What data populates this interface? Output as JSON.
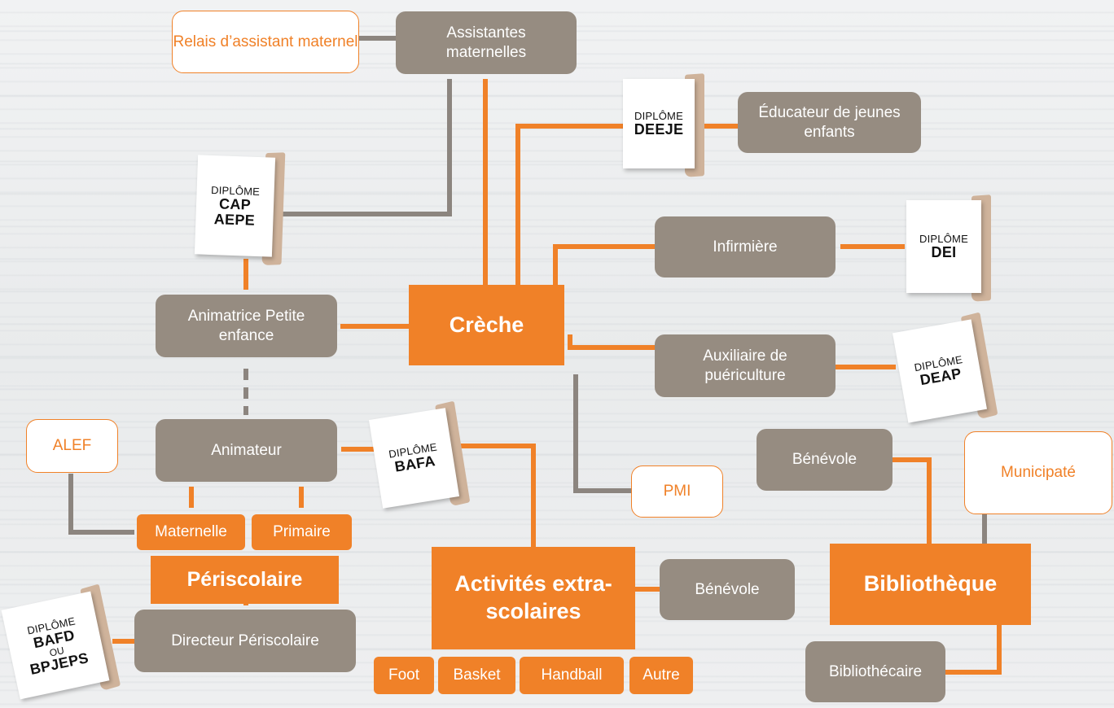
{
  "colors": {
    "orange": "#f08128",
    "grey": "#968c81",
    "line_grey": "#8c857f",
    "paper": "#ffffff",
    "paper_back": "#cfb39b"
  },
  "nodes": {
    "relais": "Relais d’assistant maternel",
    "assistantes": "Assistantes maternelles",
    "educateur": "Éducateur de jeunes enfants",
    "infirmiere": "Infirmière",
    "auxiliaire": "Auxiliaire de puériculture",
    "creche": "Crèche",
    "animatrice": "Animatrice Petite enfance",
    "animateur": "Animateur",
    "alef": "ALEF",
    "pmi": "PMI",
    "benevole_biblio": "Bénévole",
    "municipate": "Municipaté",
    "maternelle": "Maternelle",
    "primaire": "Primaire",
    "periscolaire": "Périscolaire",
    "activites": "Activités extra-scolaires",
    "benevole_activites": "Bénévole",
    "bibliotheque": "Bibliothèque",
    "directeur": "Directeur Périscolaire",
    "bibliothecaire": "Bibliothécaire",
    "foot": "Foot",
    "basket": "Basket",
    "handball": "Handball",
    "autre": "Autre"
  },
  "diplomas": {
    "label": "DIPLÔME",
    "ou": "OU",
    "cap_line1": "CAP",
    "cap_line2": "AEPE",
    "deeje": "DEEJE",
    "dei": "DEI",
    "deap": "DEAP",
    "bafa": "BAFA",
    "bafd": "BAFD",
    "bpjeps": "BPJEPS"
  }
}
